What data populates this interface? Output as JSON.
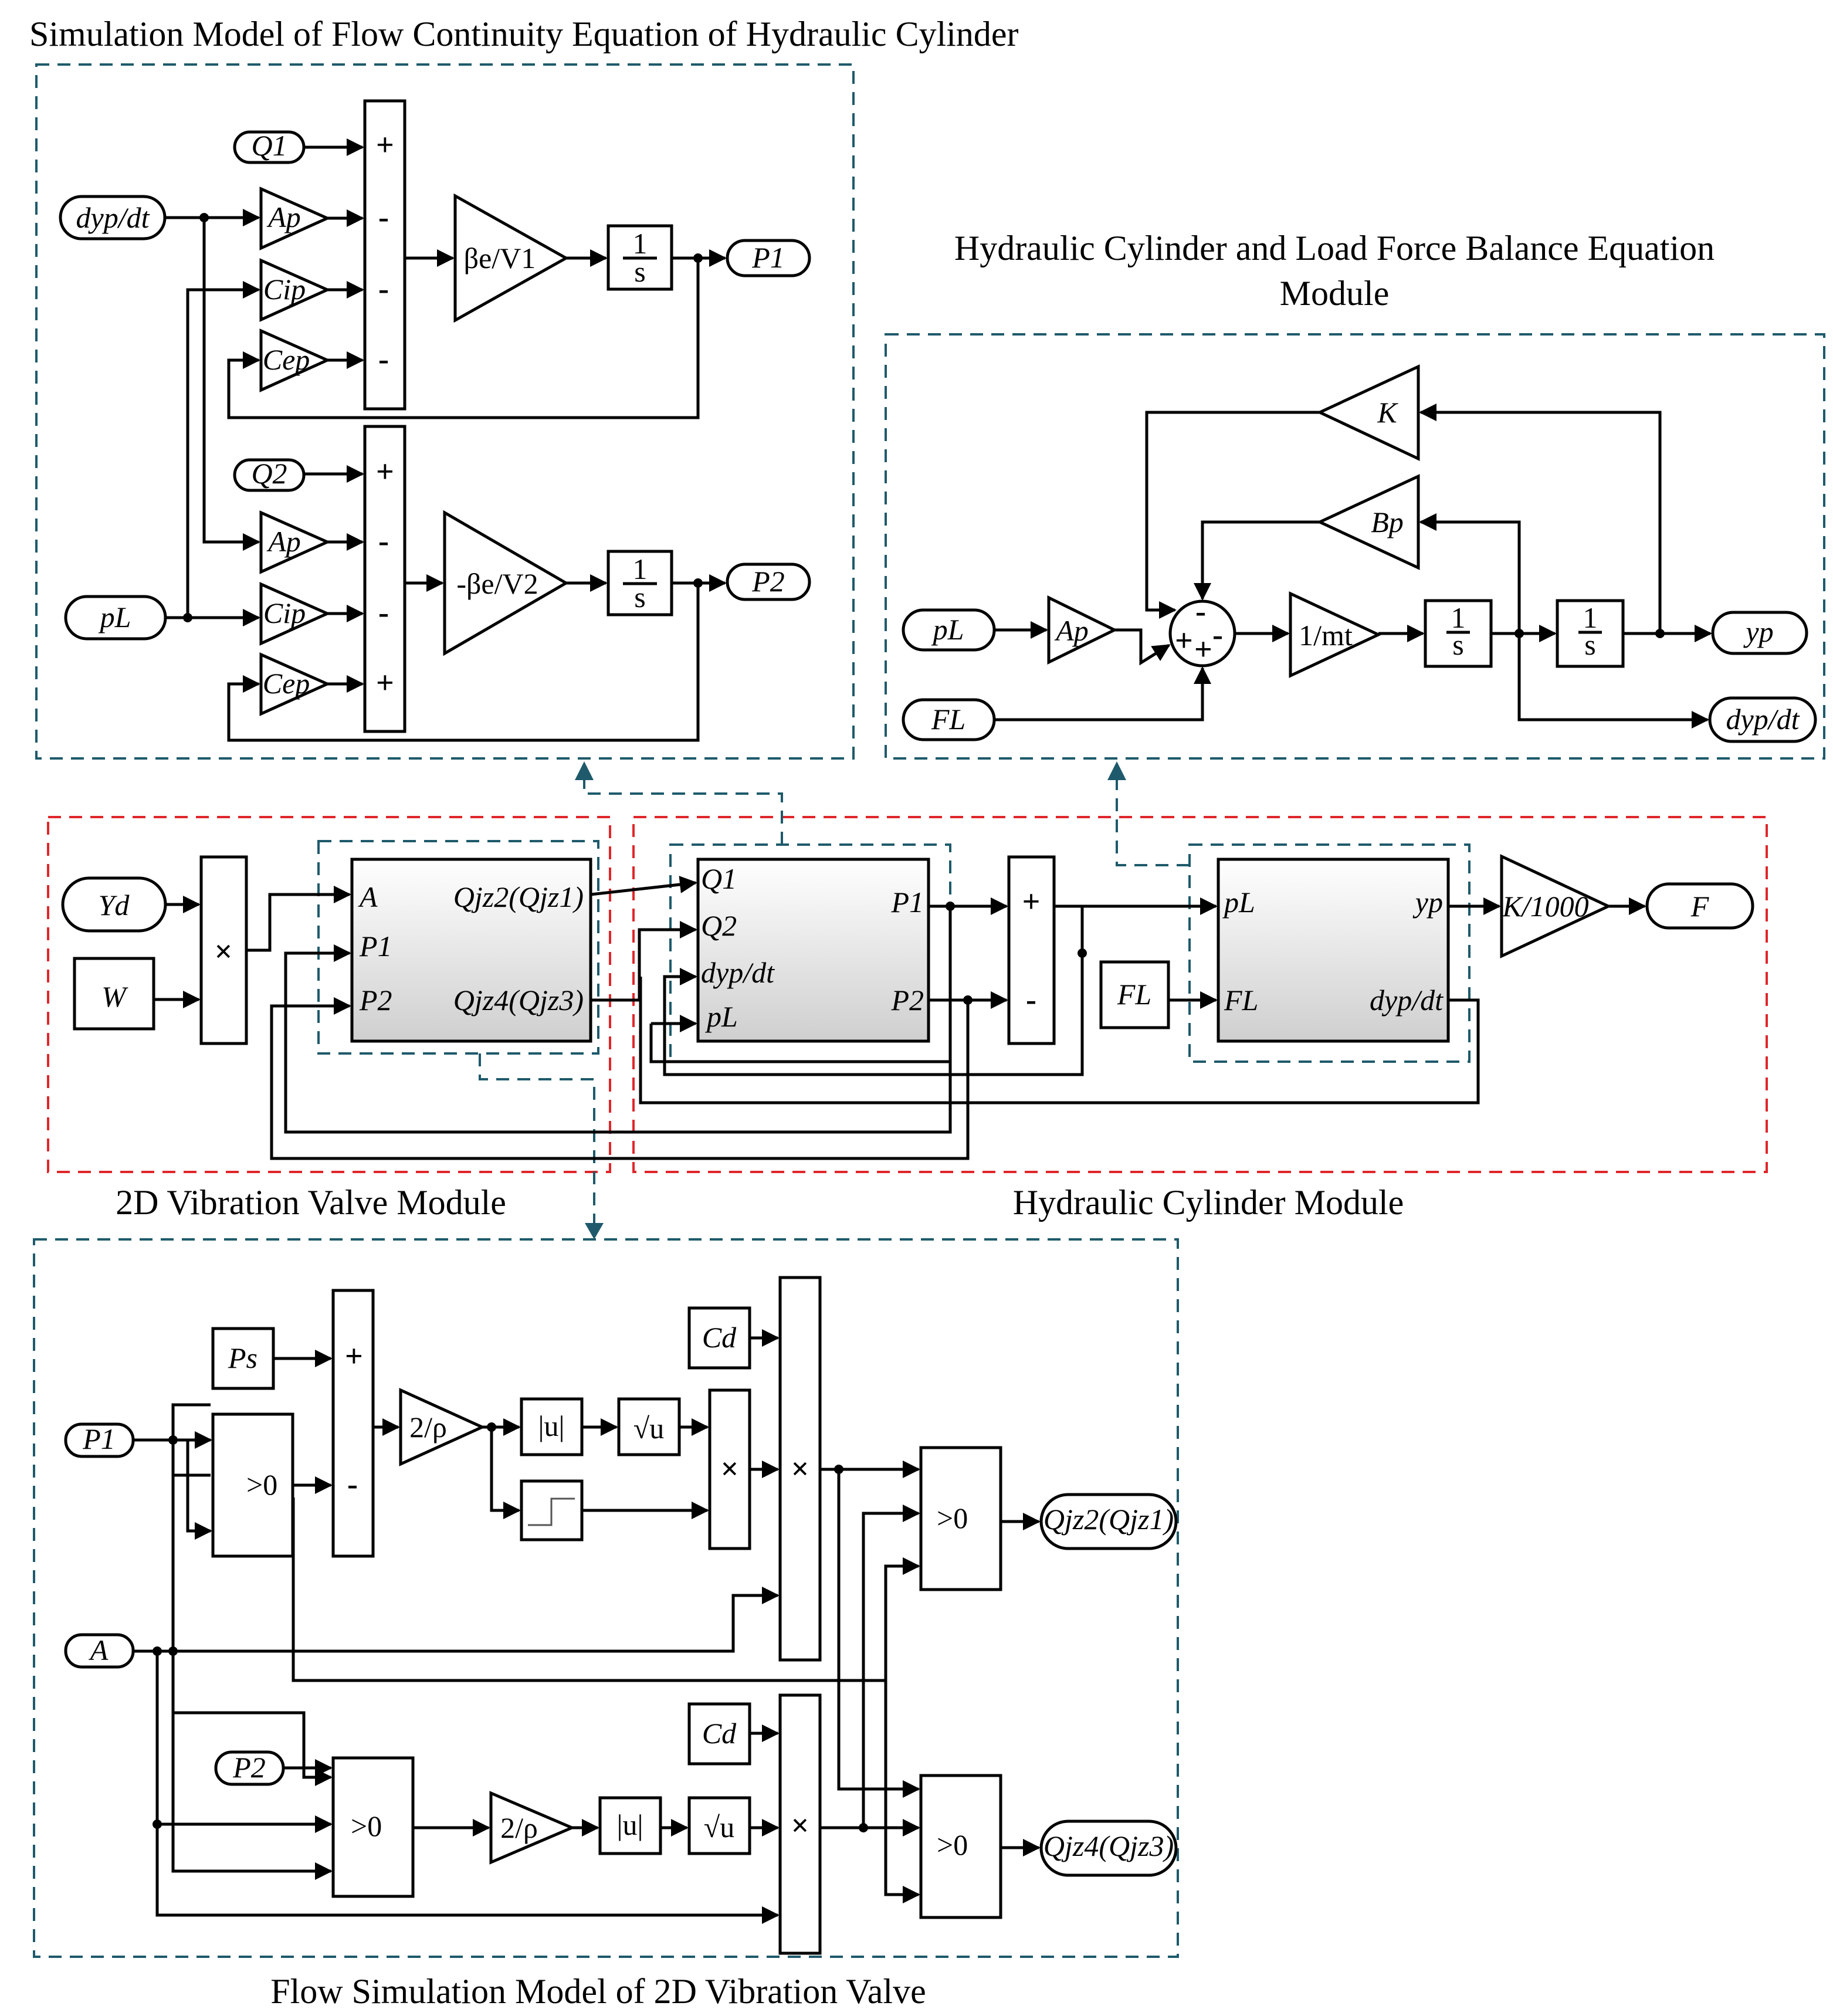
{
  "titles": {
    "flow_continuity": "Simulation Model of Flow Continuity Equation of Hydraulic Cylinder",
    "force_balance_line1": "Hydraulic Cylinder and Load Force Balance Equation",
    "force_balance_line2": "Module",
    "valve_module": "2D Vibration Valve Module",
    "cylinder_module": "Hydraulic Cylinder Module",
    "valve_flow": "Flow Simulation Model of 2D Vibration Valve"
  },
  "colors": {
    "teal_dash": "#1e5a6b",
    "red_dash": "#e0262a",
    "arrow_teal": "#1e5a6b"
  },
  "flow_model": {
    "ports_in": [
      "Q1",
      "dyp/dt",
      "Q2",
      "pL"
    ],
    "ports_out": [
      "P1",
      "P2"
    ],
    "gains": [
      "Ap",
      "Cip",
      "Cep",
      "Ap",
      "Cip",
      "Cep"
    ],
    "gain1": "βe/V1",
    "gain2": "-βe/V2",
    "integrator": "1/s"
  },
  "force_model": {
    "ports_in": [
      "pL",
      "FL"
    ],
    "ports_out": [
      "yp",
      "dyp/dt"
    ],
    "gains": [
      "K",
      "Bp",
      "Ap",
      "1/mt"
    ],
    "integrator": "1/s"
  },
  "top_level": {
    "inputs": [
      "Yd",
      "W"
    ],
    "output": "F",
    "gain": "K/1000",
    "FL": "FL",
    "valve_ports_in": [
      "A",
      "P1",
      "P2"
    ],
    "valve_ports_out": [
      "Qjz2(Qjz1)",
      "Qjz4(Qjz3)"
    ],
    "cyl_ports_in": [
      "Q1",
      "Q2",
      "dyp/dt",
      "pL"
    ],
    "cyl_ports_out": [
      "P1",
      "P2"
    ],
    "force_ports_in": [
      "pL",
      "FL"
    ],
    "force_ports_out": [
      "yp",
      "dyp/dt"
    ]
  },
  "valve_model": {
    "ports_in": [
      "P1",
      "A",
      "P2"
    ],
    "ports_out": [
      "Qjz2(Qjz1)",
      "Qjz4(Qjz3)"
    ],
    "constants": [
      "Ps",
      "Cd",
      "Cd"
    ],
    "gain": "2/ρ",
    "abs": "|u|",
    "sqrt": "√u",
    "switch_threshold": ">0"
  }
}
